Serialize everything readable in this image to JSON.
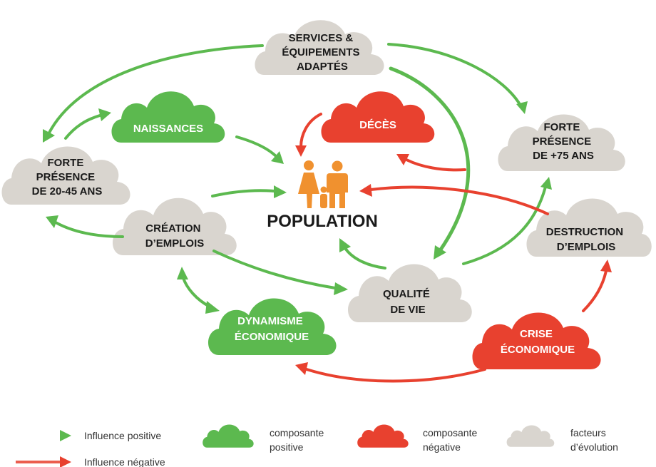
{
  "colors": {
    "green": "#5cb94f",
    "red": "#e8412f",
    "grey": "#d9d5cf",
    "person": "#f0912f",
    "dark_text": "#1a1a1a",
    "white_text": "#ffffff"
  },
  "center": {
    "label": "POPULATION",
    "icon": "family-icon"
  },
  "nodes": [
    {
      "id": "services",
      "lines": [
        "SERVICES &",
        "ÉQUIPEMENTS",
        "ADAPTÉS"
      ],
      "kind": "grey"
    },
    {
      "id": "naissances",
      "lines": [
        "NAISSANCES"
      ],
      "kind": "green"
    },
    {
      "id": "deces",
      "lines": [
        "DÉCÈS"
      ],
      "kind": "red"
    },
    {
      "id": "forte75",
      "lines": [
        "FORTE",
        "PRÉSENCE",
        "DE +75 ANS"
      ],
      "kind": "grey"
    },
    {
      "id": "forte2045",
      "lines": [
        "FORTE",
        "PRÉSENCE",
        "DE 20-45 ANS"
      ],
      "kind": "grey"
    },
    {
      "id": "creation",
      "lines": [
        "CRÉATION",
        "D’EMPLOIS"
      ],
      "kind": "grey"
    },
    {
      "id": "destruction",
      "lines": [
        "DESTRUCTION",
        "D’EMPLOIS"
      ],
      "kind": "grey"
    },
    {
      "id": "qualite",
      "lines": [
        "QUALITÉ",
        "DE VIE"
      ],
      "kind": "grey"
    },
    {
      "id": "dynamisme",
      "lines": [
        "DYNAMISME",
        "ÉCONOMIQUE"
      ],
      "kind": "green"
    },
    {
      "id": "crise",
      "lines": [
        "CRISE",
        "ÉCONOMIQUE"
      ],
      "kind": "red"
    }
  ],
  "legend": {
    "influence_positive": "Influence positive",
    "influence_negative": "Influence négative",
    "composante_positive": [
      "composante",
      "positive"
    ],
    "composante_negative": [
      "composante",
      "négative"
    ],
    "facteurs": [
      "facteurs",
      "d’évolution"
    ]
  }
}
